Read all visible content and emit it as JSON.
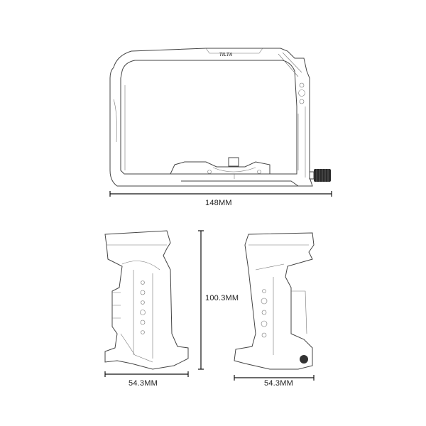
{
  "drawing": {
    "brand_logo": "TILTA",
    "dimensions": {
      "width": "148MM",
      "height": "100.3MM",
      "left_depth": "54.3MM",
      "right_depth": "54.3MM"
    }
  }
}
